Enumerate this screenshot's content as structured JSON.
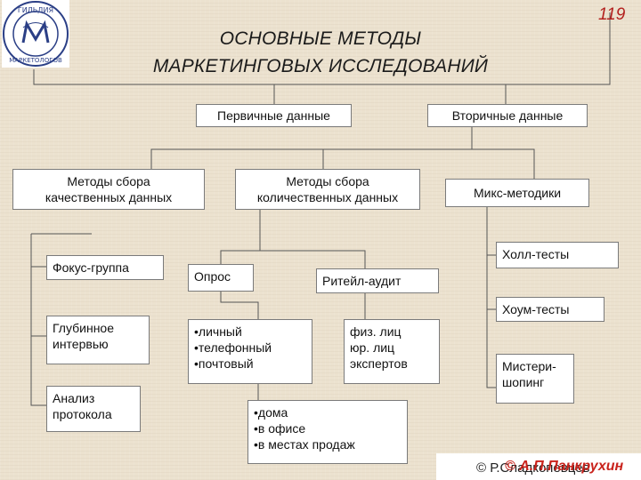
{
  "page_number": "119",
  "title": {
    "line1": "ОСНОВНЫЕ МЕТОДЫ",
    "line2": "МАРКЕТИНГОВЫХ ИССЛЕДОВАНИЙ"
  },
  "logo": {
    "ring_text_top": "ГИЛЬДИЯ",
    "ring_text_bottom": "МАРКЕТОЛОГОВ",
    "monogram": "М"
  },
  "nodes": {
    "primary": "Первичные данные",
    "secondary": "Вторичные данные",
    "qual_line1": "Методы сбора",
    "qual_line2": "качественных данных",
    "quant_line1": "Методы сбора",
    "quant_line2": "количественных данных",
    "mix": "Микс-методики",
    "focus": "Фокус-группа",
    "depth_line1": "Глубинное",
    "depth_line2": "интервью",
    "protocol_line1": "Анализ",
    "protocol_line2": "протокола",
    "survey": "Опрос",
    "retail": "Ритейл-аудит",
    "hall": "Холл-тесты",
    "home": "Хоум-тесты",
    "mystery_line1": "Мистери-",
    "mystery_line2": "шопинг"
  },
  "survey_types": [
    "личный",
    "телефонный",
    "почтовый"
  ],
  "respondents": [
    "физ. лиц",
    "юр. лиц",
    "экспертов"
  ],
  "places": [
    "дома",
    "в офисе",
    "в местах продаж"
  ],
  "copyright": {
    "author1": "© Р.Сладкопевцев",
    "author2": "© А.П.Панкрухин"
  }
}
